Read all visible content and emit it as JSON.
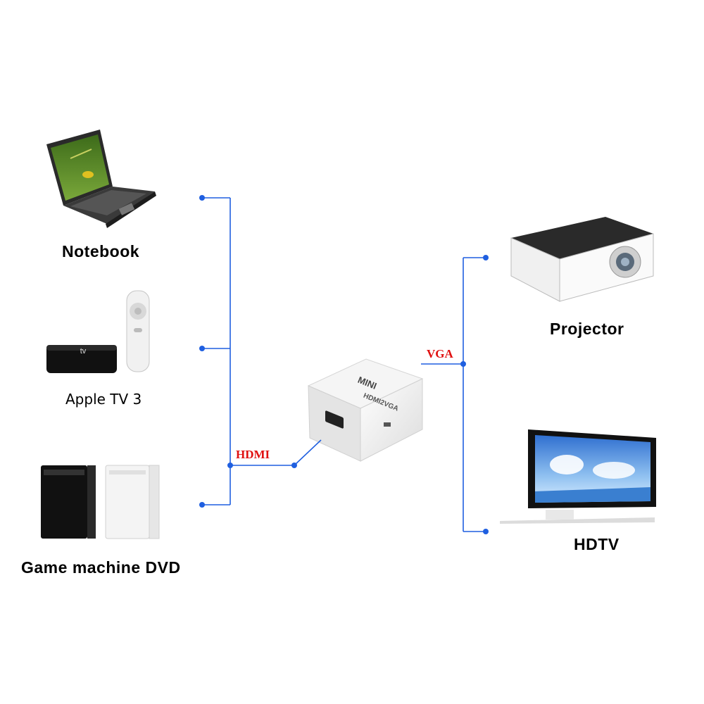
{
  "devices": {
    "notebook": "Notebook",
    "apple_tv": "Apple TV 3",
    "apple_tv_badge": "tv",
    "game_machine": "Game machine DVD",
    "projector": "Projector",
    "hdtv": "HDTV"
  },
  "connections": {
    "input": "HDMI",
    "output": "VGA"
  },
  "converter": {
    "brand": "MINI",
    "model": "HDMI2VGA"
  },
  "colors": {
    "line": "#1f5fe0",
    "connector_text": "#e01010"
  }
}
